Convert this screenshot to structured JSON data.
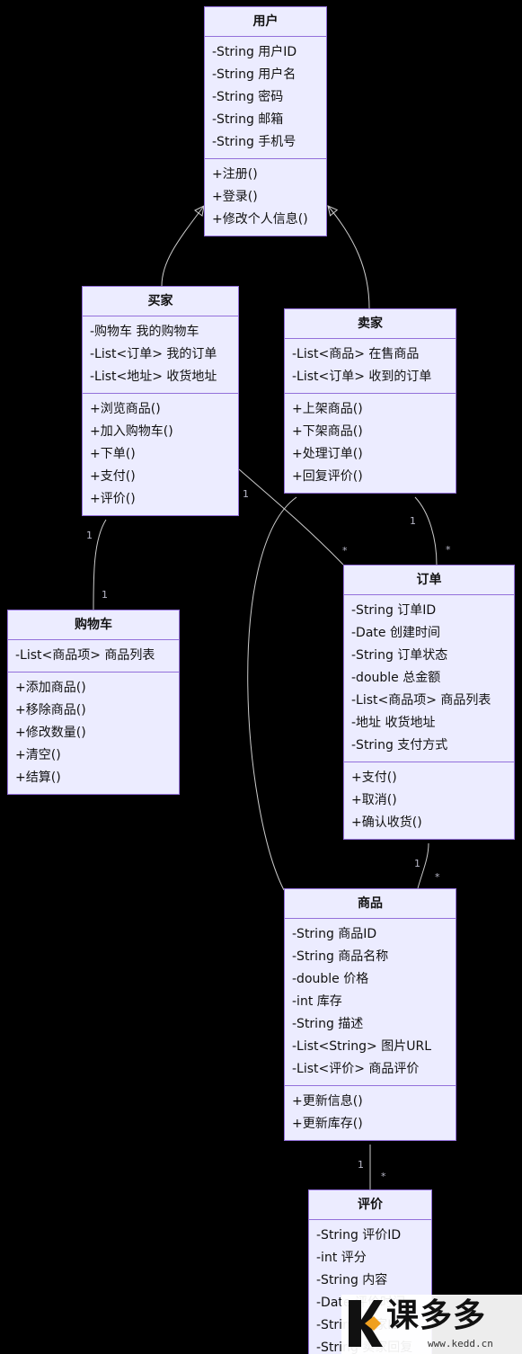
{
  "classes": [
    {
      "title": "用户",
      "attributes": [
        "-String 用户ID",
        "-String 用户名",
        "-String 密码",
        "-String 邮箱",
        "-String 手机号"
      ],
      "methods": [
        "+注册()",
        "+登录()",
        "+修改个人信息()"
      ]
    },
    {
      "title": "买家",
      "attributes": [
        "-购物车 我的购物车",
        "-List<订单> 我的订单",
        "-List<地址> 收货地址"
      ],
      "methods": [
        "+浏览商品()",
        "+加入购物车()",
        "+下单()",
        "+支付()",
        "+评价()"
      ]
    },
    {
      "title": "卖家",
      "attributes": [
        "-List<商品> 在售商品",
        "-List<订单> 收到的订单"
      ],
      "methods": [
        "+上架商品()",
        "+下架商品()",
        "+处理订单()",
        "+回复评价()"
      ]
    },
    {
      "title": "购物车",
      "attributes": [
        "-List<商品项> 商品列表"
      ],
      "methods": [
        "+添加商品()",
        "+移除商品()",
        "+修改数量()",
        "+清空()",
        "+结算()"
      ]
    },
    {
      "title": "订单",
      "attributes": [
        "-String 订单ID",
        "-Date 创建时间",
        "-String 订单状态",
        "-double 总金额",
        "-List<商品项> 商品列表",
        "-地址 收货地址",
        "-String 支付方式"
      ],
      "methods": [
        "+支付()",
        "+取消()",
        "+确认收货()"
      ]
    },
    {
      "title": "商品",
      "attributes": [
        "-String 商品ID",
        "-String 商品名称",
        "-double 价格",
        "-int 库存",
        "-String 描述",
        "-List<String> 图片URL",
        "-List<评价> 商品评价"
      ],
      "methods": [
        "+更新信息()",
        "+更新库存()"
      ]
    },
    {
      "title": "评价",
      "attributes": [
        "-String 评价ID",
        "-int 评分",
        "-String 内容",
        "-Date 评价时间",
        "-String 买家ID",
        "-String 卖家回复"
      ],
      "methods": []
    }
  ],
  "multiplicities": {
    "buyer_cart_1": "1",
    "buyer_cart_2": "1",
    "buyer_order_1": "1",
    "buyer_order_2": "*",
    "seller_order_1": "1",
    "seller_order_2": "*",
    "order_product_1": "1",
    "order_product_2": "*",
    "product_review_1": "1",
    "product_review_2": "*"
  },
  "watermark": {
    "brand": "课多多",
    "url": "www.kedd.cn"
  },
  "colors": {
    "background": "#000000",
    "box_fill": "#ececff",
    "box_border": "#9370db",
    "edge": "#cccccc"
  }
}
